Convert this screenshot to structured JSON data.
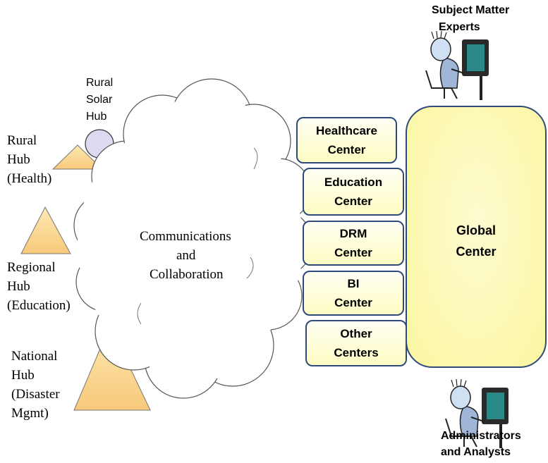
{
  "subject_matter_experts": [
    "Subject Matter",
    "Experts"
  ],
  "administrators": [
    "Administrators",
    "and Analysts"
  ],
  "rural_solar_hub": [
    "Rural",
    "Solar",
    "Hub"
  ],
  "rural_hub": [
    "Rural",
    "Hub",
    "(Health)"
  ],
  "regional_hub": [
    "Regional",
    "Hub",
    "(Education)"
  ],
  "national_hub": [
    "National",
    "Hub",
    "(Disaster",
    "Mgmt)"
  ],
  "cloud_label": [
    "Communications",
    "and",
    "Collaboration"
  ],
  "centers": [
    [
      "Healthcare",
      "Center"
    ],
    [
      "Education",
      "Center"
    ],
    [
      "DRM",
      "Center"
    ],
    [
      "BI",
      "Center"
    ],
    [
      "Other",
      "Centers"
    ]
  ],
  "global_center": [
    "Global",
    "Center"
  ],
  "colors": {
    "box_border": "#2e4a7a",
    "box_fill": "#fdfcc2",
    "triangle_fill": "#fbd98f",
    "circle_fill": "#dcdaf0"
  }
}
